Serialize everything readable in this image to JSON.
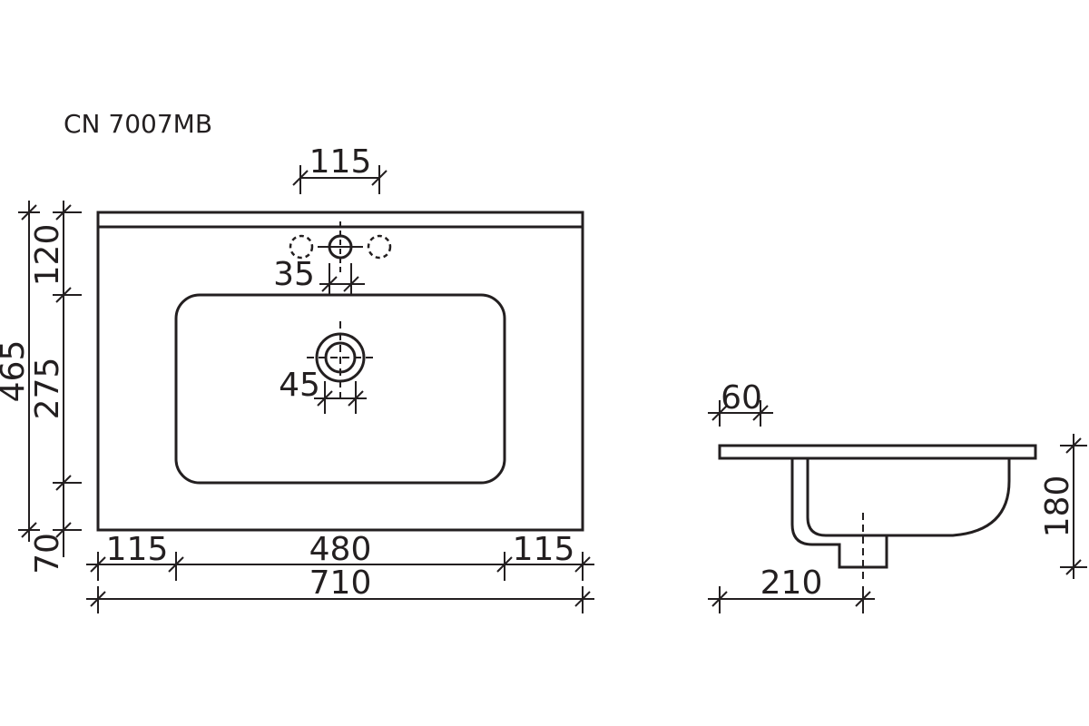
{
  "model": "CN 7007MB",
  "colors": {
    "line": "#231f20",
    "background": "#ffffff"
  },
  "top_view": {
    "dim_tap_spacing": "115",
    "dim_tap_hole": "35",
    "dim_drain_hole": "45",
    "dim_total_depth": "465",
    "dim_back_to_tap": "120",
    "dim_bowl_depth": "275",
    "dim_front_edge": "70",
    "dim_left_margin": "115",
    "dim_bowl_width": "480",
    "dim_right_margin": "115",
    "dim_total_width": "710"
  },
  "side_view": {
    "dim_rim": "60",
    "dim_height": "180",
    "dim_drain_offset": "210"
  }
}
